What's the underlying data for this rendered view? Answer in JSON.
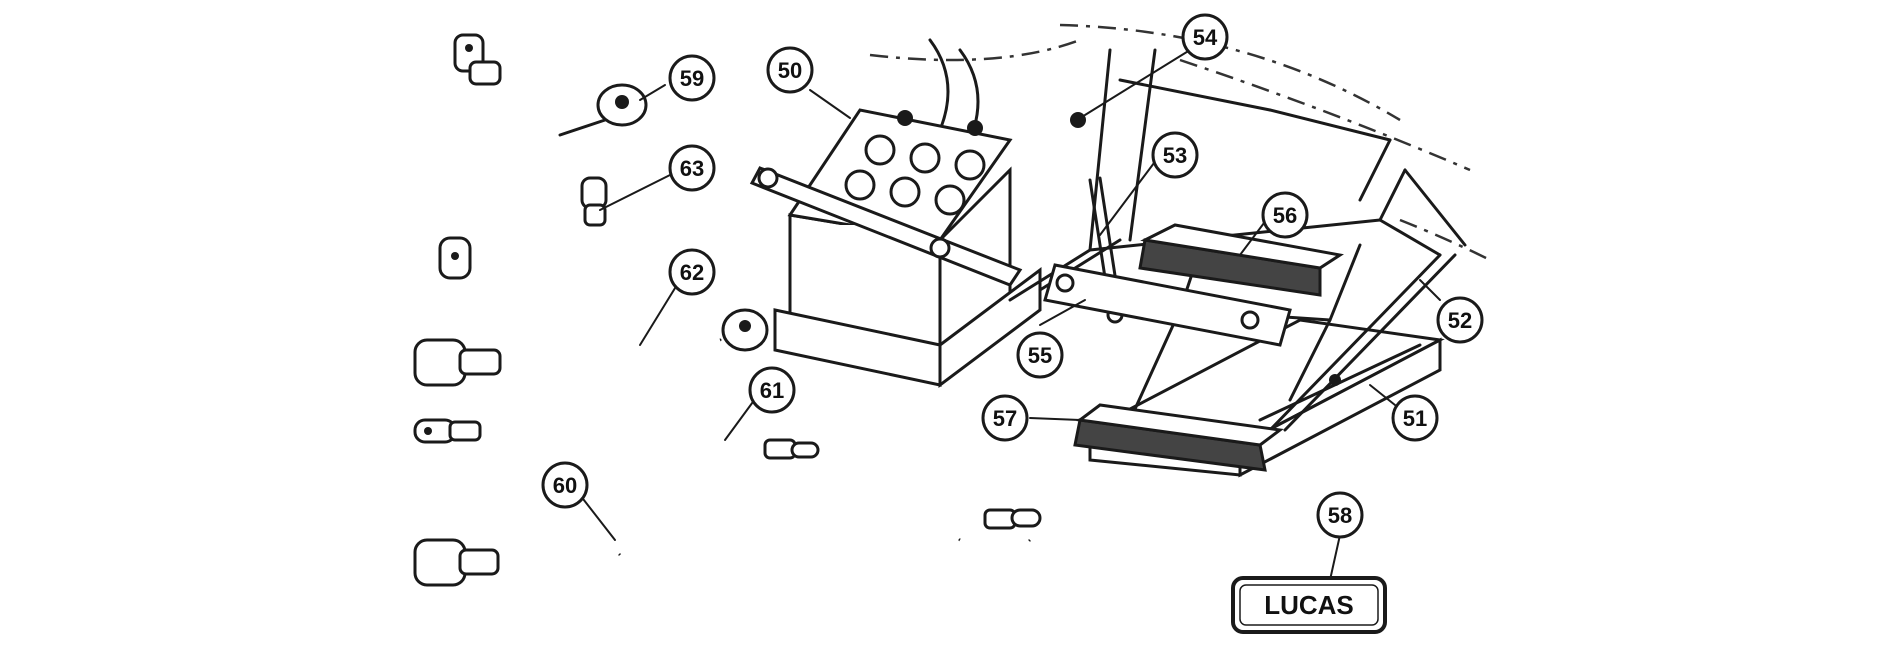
{
  "callouts": {
    "c50": "50",
    "c51": "51",
    "c52": "52",
    "c53": "53",
    "c54": "54",
    "c55": "55",
    "c56": "56",
    "c57": "57",
    "c58": "58",
    "c59": "59",
    "c60": "60",
    "c61": "61",
    "c62": "62",
    "c63": "63"
  },
  "badge": {
    "brand": "LUCAS"
  },
  "colors": {
    "ink": "#1a1a1a",
    "paper": "#ffffff"
  }
}
